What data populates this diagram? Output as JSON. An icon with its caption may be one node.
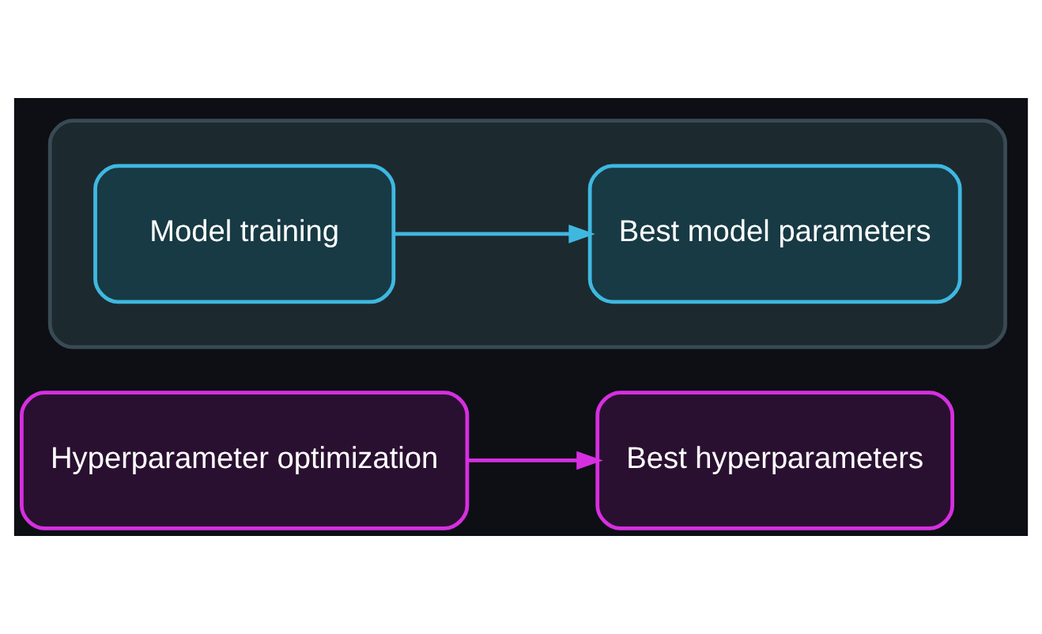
{
  "diagram": {
    "nodes": [
      {
        "text": [
          "Hyperparameter optimization"
        ]
      },
      {
        "text": [
          "Best hyperparameters"
        ]
      },
      {
        "text": [],
        "shape": "box"
      },
      {
        "text": [
          "Model training"
        ],
        "in": 2
      },
      {
        "text": [
          "Best model parameters"
        ],
        "in": 2
      }
    ],
    "edges": [
      {
        "from": 0,
        "to": 1,
        "arrow": "to",
        "color": "#d62fe0"
      },
      {
        "from": 3,
        "to": 4,
        "arrow": "to",
        "color": "#3fb8e0"
      }
    ]
  }
}
